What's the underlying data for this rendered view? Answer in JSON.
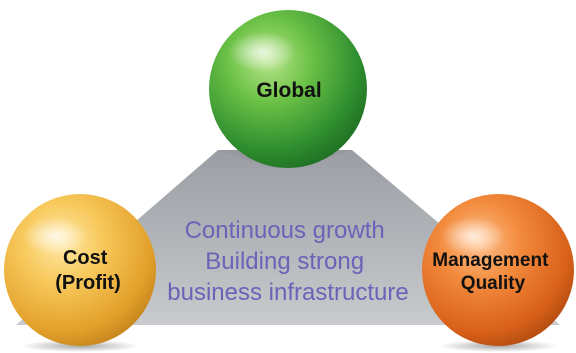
{
  "nodes": {
    "top": {
      "label": "Global",
      "color": "#4aa83a"
    },
    "left": {
      "line1": "Cost",
      "line2": "(Profit)",
      "color": "#f1b63a"
    },
    "right": {
      "line1": "Management",
      "line2": "Quality",
      "color": "#e8701e"
    }
  },
  "center": {
    "line1": "Continuous growth",
    "line2": "Building strong",
    "line3": "business infrastructure",
    "color": "#6a63b8"
  },
  "triangle_color": "#a3a6ab"
}
